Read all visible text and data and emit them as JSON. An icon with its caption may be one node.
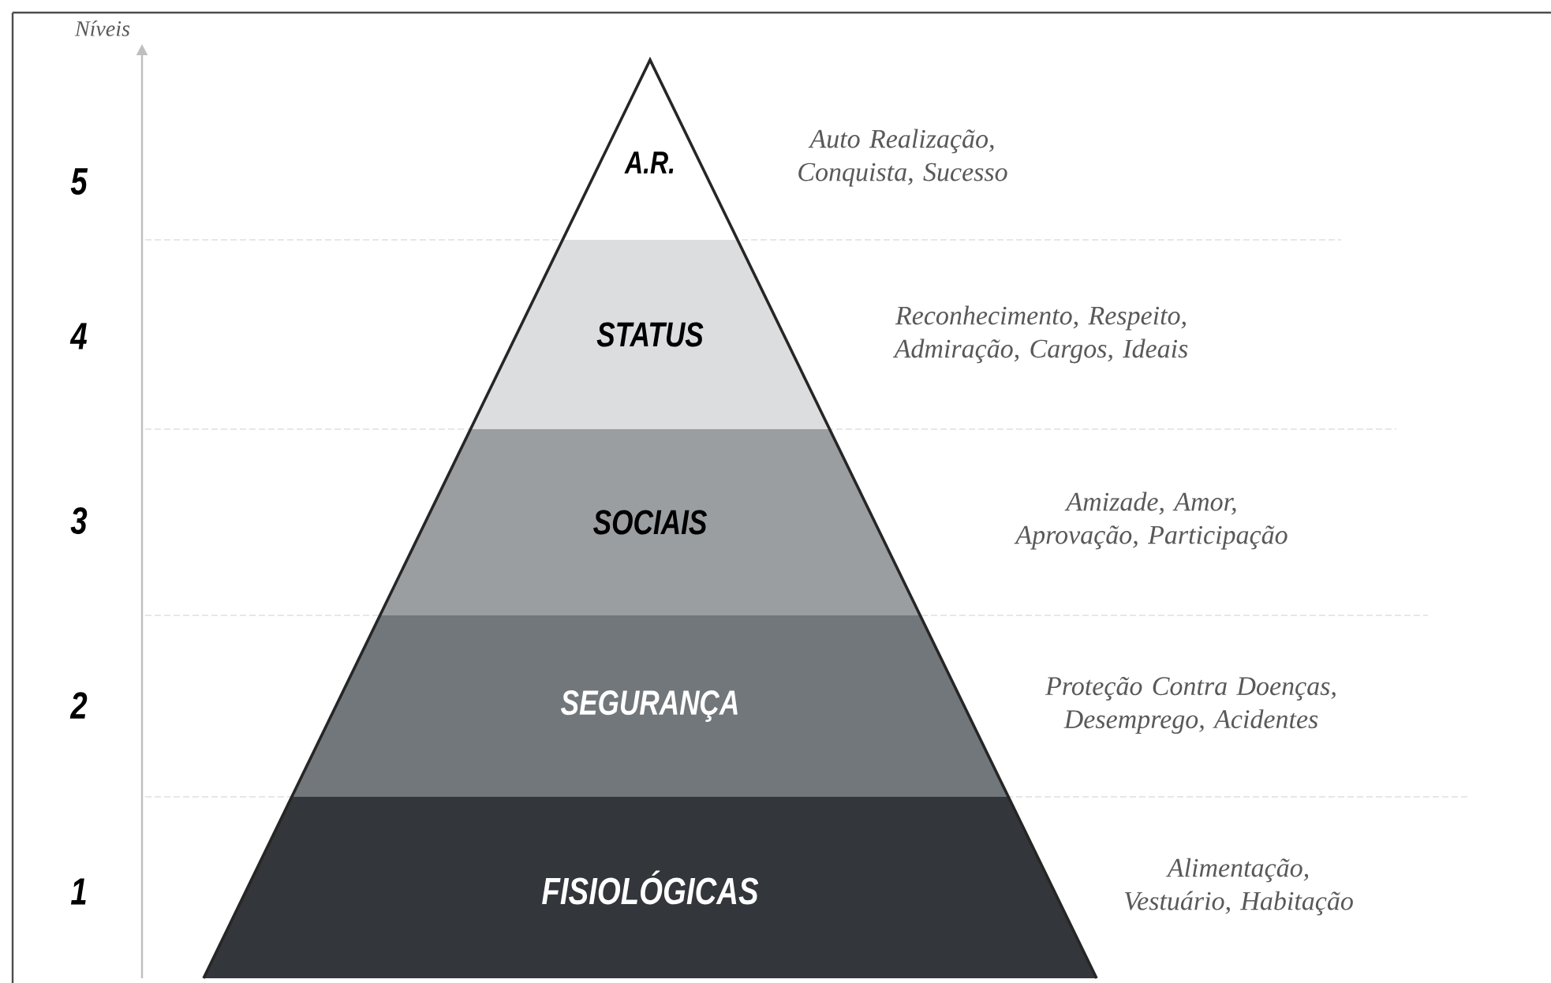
{
  "diagram": {
    "nodes": [
      {
        "text": [
          "A.R."
        ],
        "beside": [
          "Auto Realização, Conquista, Sucesso"
        ]
      },
      {
        "text": [
          "STATUS"
        ],
        "beside": [
          "Reconhecimento, Respeito, Admiração, Cargos, Ideais"
        ]
      },
      {
        "text": [
          "SOCIAIS"
        ],
        "beside": [
          "Amizade, Amor, Aprovação, Participação"
        ]
      },
      {
        "text": [
          "SEGURANÇA"
        ],
        "beside": [
          "Proteção Contra Doenças, Desemprego, Acidentes"
        ]
      },
      {
        "text": [
          "FISIOLÓGICAS"
        ],
        "beside": [
          "Alimentação, Vestuário, Habitação"
        ]
      }
    ],
    "edges": [],
    "labels": [
      "Níveis",
      "5",
      "4",
      "3",
      "2",
      "1"
    ]
  }
}
